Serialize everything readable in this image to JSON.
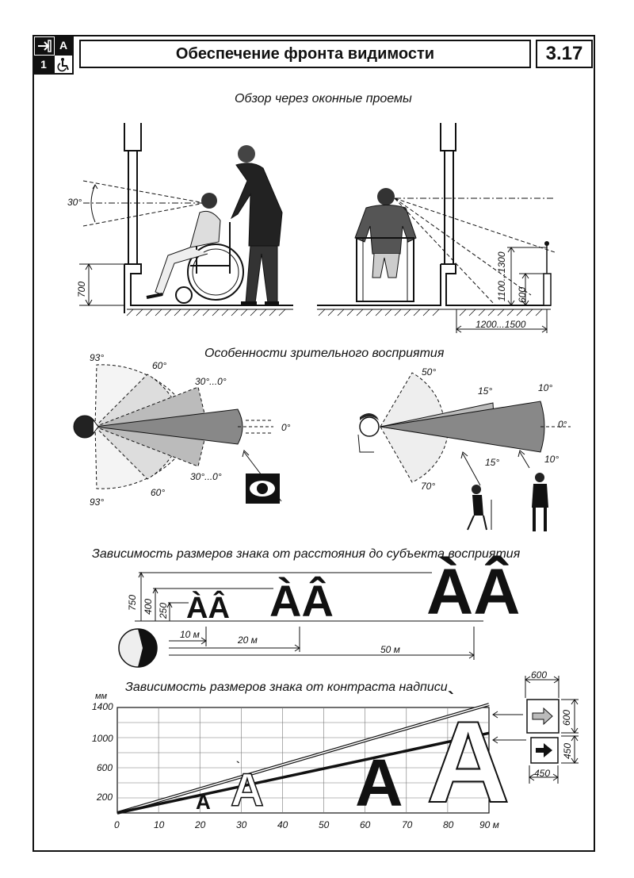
{
  "header": {
    "badge_top_right": "A",
    "badge_bottom_left": "1",
    "icons": [
      "door-arrow-icon",
      "wheelchair-icon"
    ],
    "title": "Обеспечение фронта видимости",
    "number": "3.17"
  },
  "section1": {
    "caption": "Обзор через оконные проемы",
    "angle": "30°",
    "sill_height": "700",
    "height_range": "1100...1300",
    "stand_height": "600",
    "distance": "1200...1500"
  },
  "section2": {
    "caption": "Особенности зрительного восприятия",
    "left_angles": [
      "93°",
      "60°",
      "30°...0°",
      "0°",
      "30°...0°",
      "60°",
      "93°"
    ],
    "right_angles": [
      "50°",
      "15°",
      "10°",
      "0°",
      "15°",
      "10°",
      "70°"
    ]
  },
  "section3": {
    "caption": "Зависимость размеров знака от расстояния до субъекта восприятия",
    "heights": [
      "750",
      "400",
      "250"
    ],
    "distances": [
      "10 м",
      "20 м",
      "50 м"
    ],
    "sign_text": "ÀÂ"
  },
  "section4": {
    "caption": "Зависимость размеров знака от контраста надписи",
    "unit": "мм",
    "sign_sizes_top": [
      "600",
      "600"
    ],
    "sign_sizes_bottom": [
      "450",
      "450"
    ],
    "sign_letter": "A",
    "accent_glyph": "`"
  },
  "chart_data": {
    "type": "line",
    "title": "Зависимость размеров знака от контраста надписи",
    "ylabel": "мм",
    "x_unit": "м",
    "xlim": [
      0,
      90
    ],
    "ylim": [
      0,
      1400
    ],
    "x_ticks": [
      "0",
      "10",
      "20",
      "30",
      "40",
      "50",
      "60",
      "70",
      "80",
      "90 м"
    ],
    "y_ticks": [
      "200",
      "600",
      "1000",
      "1400"
    ],
    "grid": true,
    "series": [
      {
        "x": [
          0,
          90
        ],
        "y": [
          0,
          1440
        ],
        "style": "double-thin"
      },
      {
        "x": [
          0,
          90
        ],
        "y": [
          0,
          1060
        ],
        "style": "bold"
      }
    ]
  },
  "colors": {
    "ink": "#111111",
    "gray_dark": "#555555",
    "gray_light": "#cccccc"
  }
}
